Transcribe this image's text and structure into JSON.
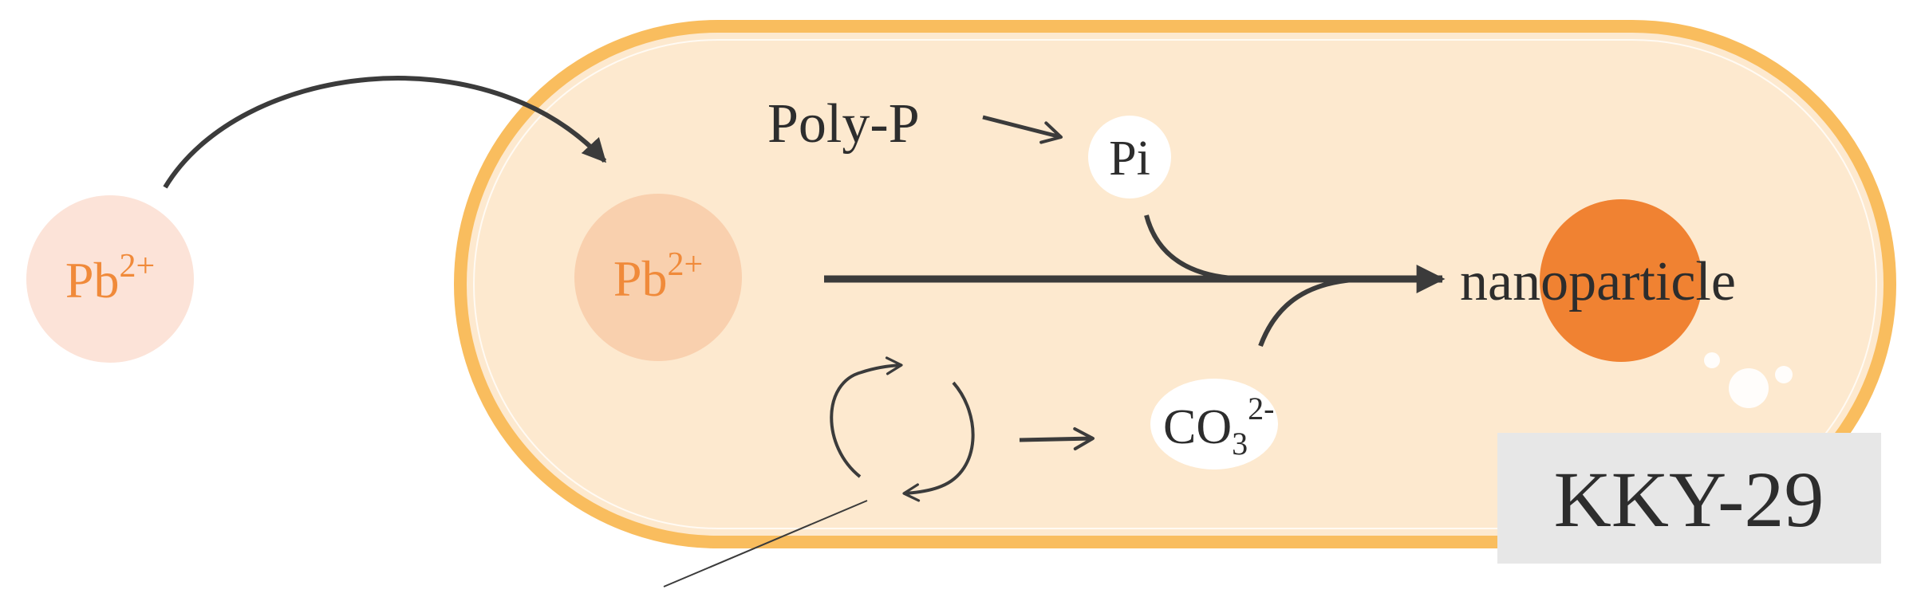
{
  "colors": {
    "cell_fill": "#fde9cf",
    "cell_border": "#f9bd5e",
    "pb_outside_fill": "#fce3d8",
    "pb_inside_fill": "#f9d0ae",
    "pb_text": "#f08a3a",
    "nanoparticle_fill": "#f08232",
    "arrow": "#3b3b3b",
    "label_box_fill": "#e7e7e7",
    "bubble_fill": "#ffffff"
  },
  "labels": {
    "pb_outside": {
      "base": "Pb",
      "sup": "2+"
    },
    "pb_inside": {
      "base": "Pb",
      "sup": "2+"
    },
    "poly_p": "Poly-P",
    "pi": "Pi",
    "nanoparticle": "nanoparticle",
    "carbonate": {
      "base": "CO",
      "sub": "3",
      "sup": "2-"
    },
    "strain": "KKY-29"
  }
}
